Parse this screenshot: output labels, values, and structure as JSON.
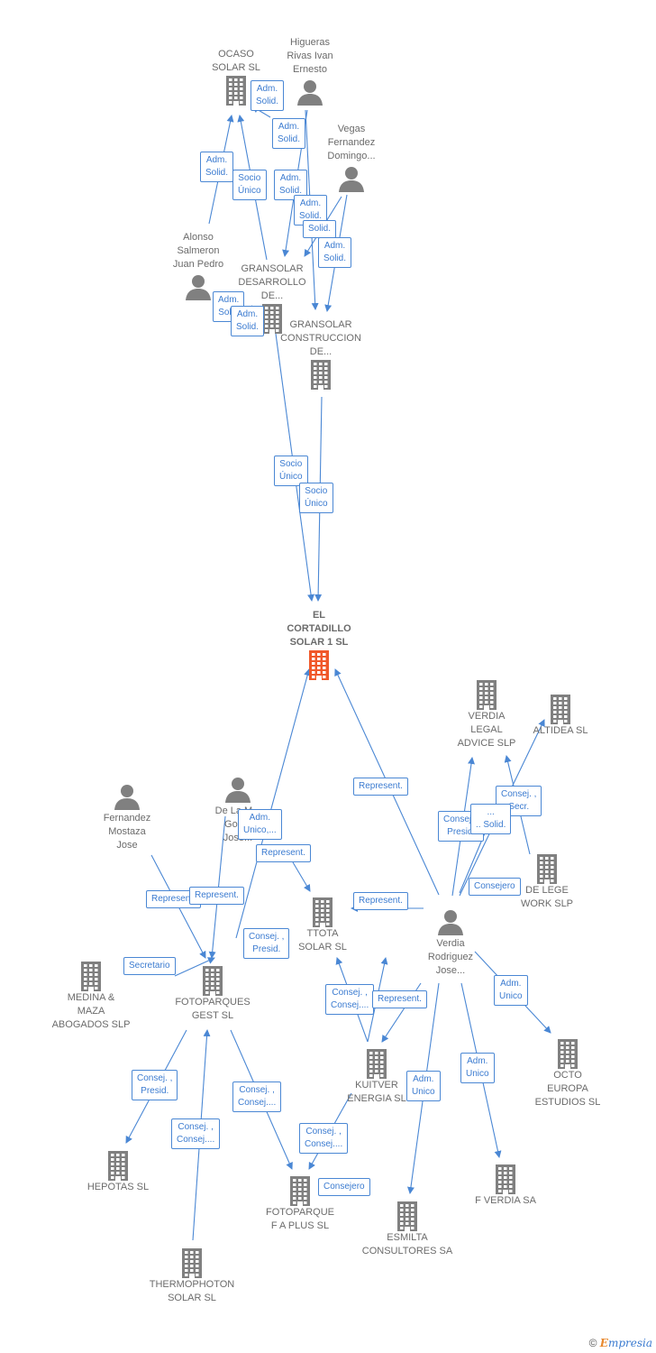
{
  "colors": {
    "edge": "#4a87d4",
    "building": "#808080",
    "focus": "#f0582a",
    "person": "#808080",
    "label_border": "#4a87d4",
    "label_text": "#3b7bd0"
  },
  "nodes": [
    {
      "id": "ocaso",
      "type": "company",
      "label": "OCASO\nSOLAR SL",
      "label_pos": "above"
    },
    {
      "id": "higueras",
      "type": "person",
      "label": "Higueras\nRivas Ivan\nErnesto",
      "label_pos": "above"
    },
    {
      "id": "vegas",
      "type": "person",
      "label": "Vegas\nFernandez\nDomingo...",
      "label_pos": "above"
    },
    {
      "id": "alonso",
      "type": "person",
      "label": "Alonso\nSalmeron\nJuan Pedro",
      "label_pos": "above"
    },
    {
      "id": "gdesarrollo",
      "type": "company",
      "label": "GRANSOLAR\nDESARROLLO\nDE...",
      "label_pos": "above"
    },
    {
      "id": "gconstruccion",
      "type": "company",
      "label": "GRANSOLAR\nCONSTRUCCION\nDE...",
      "label_pos": "above"
    },
    {
      "id": "cortadillo",
      "type": "focus",
      "label": "EL\nCORTADILLO\nSOLAR 1  SL",
      "label_pos": "above"
    },
    {
      "id": "verdialegal",
      "type": "company",
      "label": "VERDIA\nLEGAL\nADVICE  SLP",
      "label_pos": "below"
    },
    {
      "id": "altidea",
      "type": "company",
      "label": "ALTIDEA SL",
      "label_pos": "below"
    },
    {
      "id": "fernandez",
      "type": "person",
      "label": "Fernandez\nMostaza\nJose",
      "label_pos": "below"
    },
    {
      "id": "delagon",
      "type": "person",
      "label": "De La M...\nGon...\nJose...",
      "label_pos": "below"
    },
    {
      "id": "delege",
      "type": "company",
      "label": "DE LEGE\nWORK SLP",
      "label_pos": "below"
    },
    {
      "id": "ttota",
      "type": "company",
      "label": "TTOTA\nSOLAR SL",
      "label_pos": "below"
    },
    {
      "id": "verdiaperson",
      "type": "person",
      "label": "Verdia\nRodriguez\nJose...",
      "label_pos": "below"
    },
    {
      "id": "medina",
      "type": "company",
      "label": "MEDINA &\nMAZA\nABOGADOS  SLP",
      "label_pos": "below"
    },
    {
      "id": "fotogest",
      "type": "company",
      "label": "FOTOPARQUES\nGEST SL",
      "label_pos": "below"
    },
    {
      "id": "kuitver",
      "type": "company",
      "label": "KUITVER\nENERGIA  SL",
      "label_pos": "below"
    },
    {
      "id": "octo",
      "type": "company",
      "label": "OCTO\nEUROPA\nESTUDIOS  SL",
      "label_pos": "below"
    },
    {
      "id": "hepotas",
      "type": "company",
      "label": "HEPOTAS SL",
      "label_pos": "below"
    },
    {
      "id": "fotoplus",
      "type": "company",
      "label": "FOTOPARQUE\nF A PLUS  SL",
      "label_pos": "below"
    },
    {
      "id": "esmilta",
      "type": "company",
      "label": "ESMILTA\nCONSULTORES SA",
      "label_pos": "below"
    },
    {
      "id": "fverdia",
      "type": "company",
      "label": "F VERDIA SA",
      "label_pos": "below"
    },
    {
      "id": "thermo",
      "type": "company",
      "label": "THERMOPHOTON\nSOLAR  SL",
      "label_pos": "below"
    }
  ],
  "edge_labels": [
    "Adm.\nSolid.",
    "Adm.\nSolid.",
    "Adm.\nSolid.",
    "Socio\nÚnico",
    "Adm.\nSolid.",
    "Adm.\nSolid.",
    "Solid.",
    "Adm.\nSolid.",
    "Adm.\nSol...",
    "Adm.\nSolid.",
    "Socio\nÚnico",
    "Socio\nÚnico",
    "Represent.",
    "Consej. ,\nSecr.",
    "Consej. ,\nPresid.",
    "...\n.. Solid.",
    "Adm.\nUnico,...",
    "Represent.",
    "Represent.",
    "Represent.",
    "Represent.",
    "Consej. ,\nConsej....",
    "Consej. ,\nPresid.",
    "Secretario",
    "Consej. ,\nConsej....",
    "Represent.",
    "Adm.\nUnico",
    "Adm.\nUnico",
    "Adm.\nUnico",
    "Consej. ,\nPresid.",
    "Consej. ,\nConsej....",
    "Consejero",
    "Consejero",
    "Consej. ,\nConsej...."
  ],
  "footer": {
    "copyright": "©",
    "brand_first": "E",
    "brand_rest": "mpresia"
  }
}
